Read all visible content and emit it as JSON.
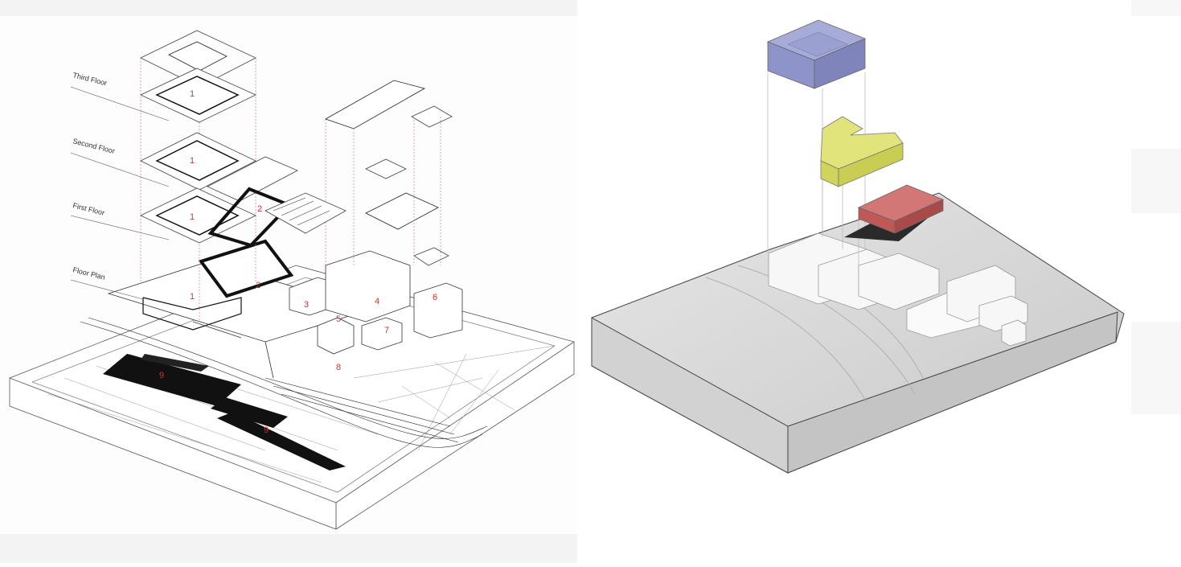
{
  "floor_labels": {
    "third": "Third Floor",
    "second": "Second Floor",
    "first": "First Floor",
    "plan": "Floor Plan"
  },
  "numbers": {
    "n1": "1",
    "n2": "2",
    "n3": "3",
    "n4": "4",
    "n5": "5",
    "n6": "6",
    "n7": "7",
    "n8": "8",
    "n9": "9"
  },
  "colors": {
    "volume_blue": "#8e93c9",
    "volume_yellow": "#d9dd63",
    "volume_red": "#c86262",
    "site_gray": "#bdbdbd",
    "annotation_red": "#d0342c"
  },
  "icons": [
    "exploded-axonometric-drawing",
    "massing-volumes-model"
  ]
}
